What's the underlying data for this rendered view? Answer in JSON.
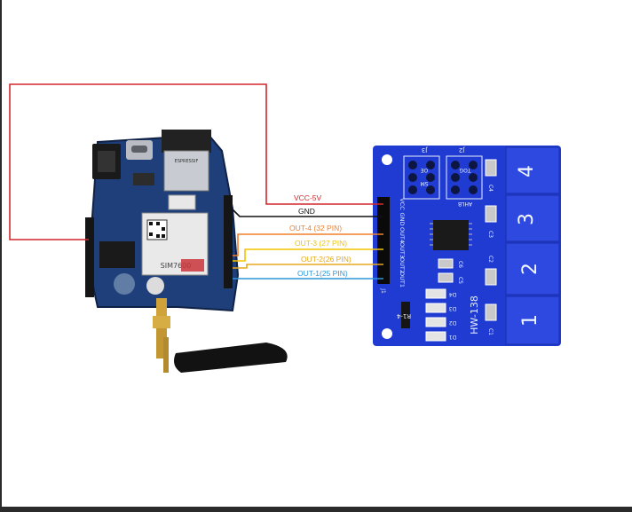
{
  "colors": {
    "vcc": "#d4262b",
    "gnd": "#111111",
    "out4": "#f07f2a",
    "out3": "#f2c300",
    "out2": "#e8a81c",
    "out1": "#2e96d8",
    "sensor_board": "#1f3bd1",
    "controller_board": "#1e3f79",
    "background": "#ffffff",
    "frame": "#2b2b2b"
  },
  "wires": {
    "vcc": "VCC-5V",
    "gnd": "GND",
    "out4": "OUT-4 (32 PIN)",
    "out3": "OUT-3 (27 PIN)",
    "out2": "OUT-2(26 PIN)",
    "out1": "OUT-1(25 PIN)"
  },
  "sensor": {
    "model": "HW-138",
    "header_pins": [
      "VCC",
      "GND",
      "OUT4",
      "OUT3",
      "OUT2",
      "OUT1"
    ],
    "pads": [
      "4",
      "3",
      "2",
      "1"
    ],
    "silk": {
      "j3": "J3",
      "j2": "J2",
      "ahlb": "AHLB",
      "tog": "TOG",
      "oe": "OE",
      "sm": "SM",
      "j1": "J1",
      "r1_4": "R1-4",
      "c1": "C1",
      "c2": "C2",
      "c3": "C3",
      "c4": "C4",
      "c5": "C5",
      "c6": "C6",
      "d1": "D1",
      "d2": "D2",
      "d3": "D3",
      "d4": "D4"
    }
  },
  "controller": {
    "module_label": "SIM7600",
    "module_brand": "ESPRESSIF"
  },
  "icons": [
    "antenna-icon",
    "usb-c-port-icon",
    "barrel-jack-icon"
  ]
}
